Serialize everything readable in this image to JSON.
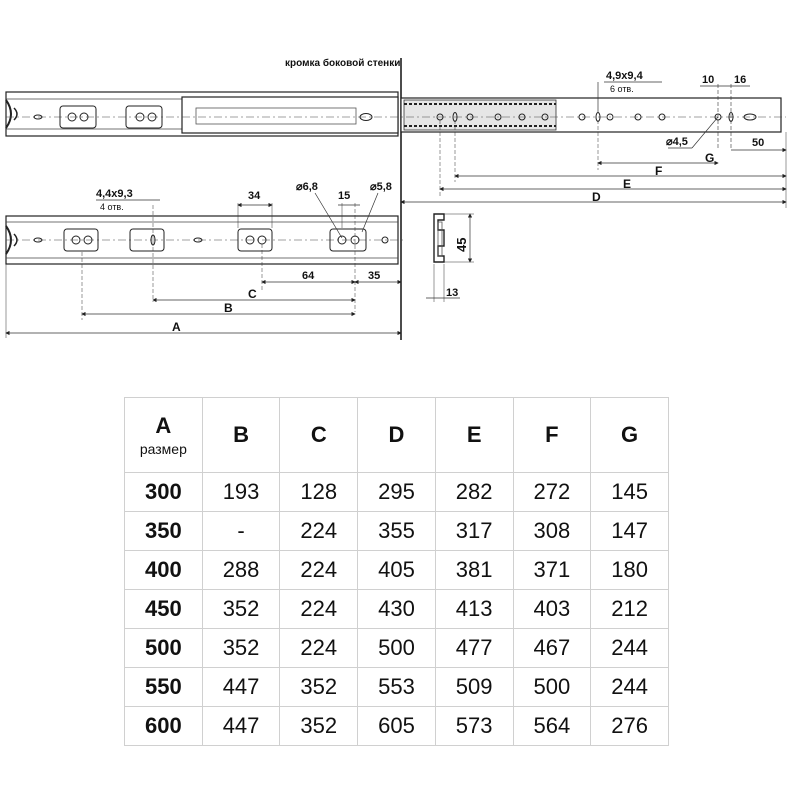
{
  "drawing": {
    "wall_edge_label": "кромка боковой стенки",
    "top_view": {
      "hole_size_label": "4,9x9,4",
      "hole_count_label": "6 отв.",
      "dim_10": "10",
      "dim_16": "16",
      "dia_label": "⌀4,5",
      "dim_50": "50",
      "letter_g": "G",
      "letter_f": "F",
      "letter_e": "E",
      "letter_d": "D"
    },
    "bottom_view": {
      "hole_size_label": "4,4x9,3",
      "hole_count_label": "4 отв.",
      "dim_34": "34",
      "dia_68": "⌀6,8",
      "dim_15": "15",
      "dia_58": "⌀5,8",
      "dim_64": "64",
      "dim_35": "35",
      "letter_c": "C",
      "letter_b": "B",
      "letter_a": "A"
    },
    "profile": {
      "height_label": "45",
      "width_label": "13"
    }
  },
  "table": {
    "headers": [
      "A",
      "B",
      "C",
      "D",
      "E",
      "F",
      "G"
    ],
    "first_header_sub": "размер",
    "rows": [
      [
        "300",
        "193",
        "128",
        "295",
        "282",
        "272",
        "145"
      ],
      [
        "350",
        "-",
        "224",
        "355",
        "317",
        "308",
        "147"
      ],
      [
        "400",
        "288",
        "224",
        "405",
        "381",
        "371",
        "180"
      ],
      [
        "450",
        "352",
        "224",
        "430",
        "413",
        "403",
        "212"
      ],
      [
        "500",
        "352",
        "224",
        "500",
        "477",
        "467",
        "244"
      ],
      [
        "550",
        "447",
        "352",
        "553",
        "509",
        "500",
        "244"
      ],
      [
        "600",
        "447",
        "352",
        "605",
        "573",
        "564",
        "276"
      ]
    ]
  }
}
